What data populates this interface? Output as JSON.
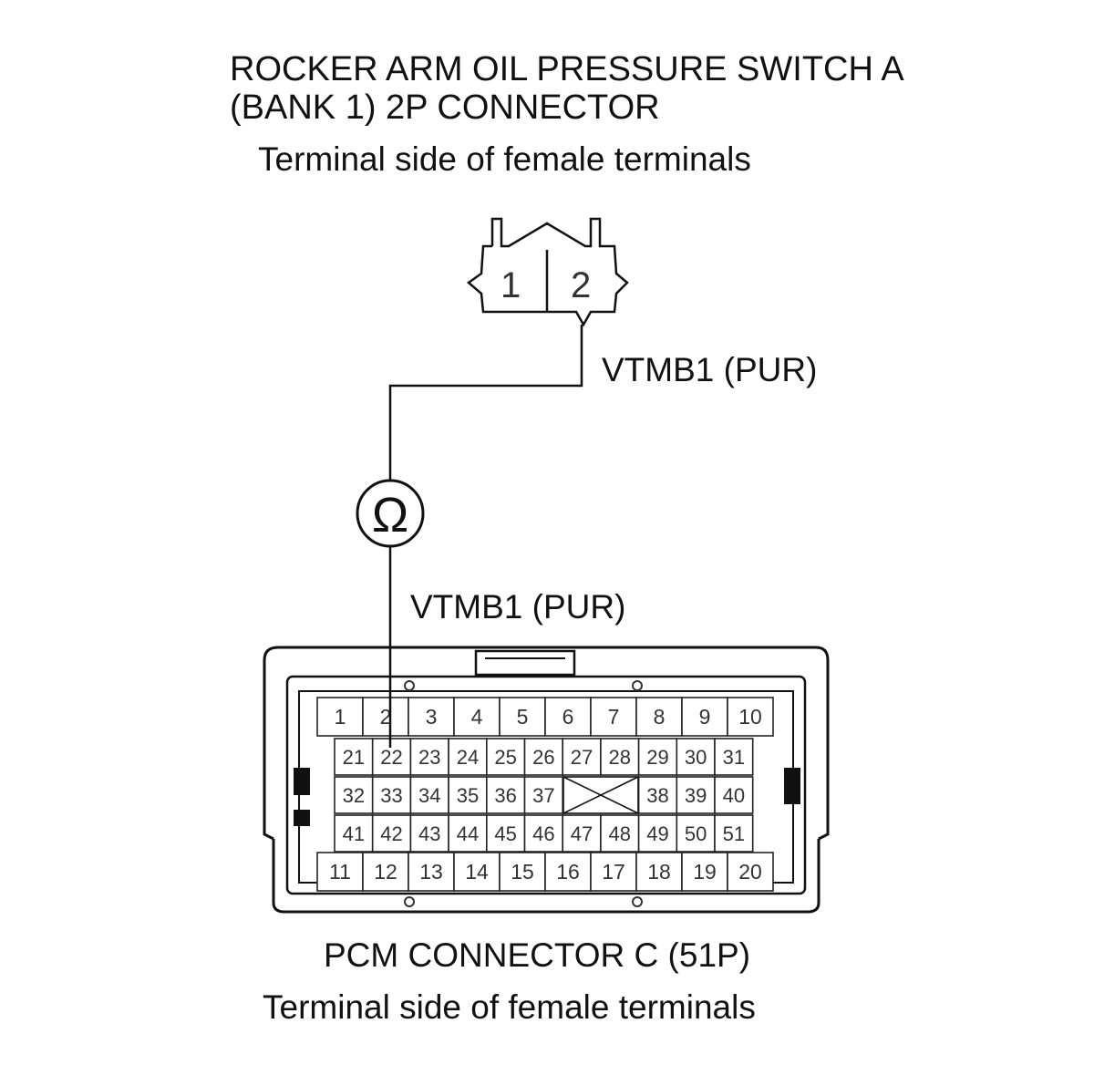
{
  "switch_connector": {
    "title_line1": "ROCKER ARM OIL PRESSURE SWITCH A",
    "title_line2": "(BANK 1) 2P CONNECTOR",
    "subtitle": "Terminal side of female terminals",
    "pins": [
      "1",
      "2"
    ]
  },
  "wire": {
    "label_upper": "VTMB1 (PUR)",
    "label_lower": "VTMB1 (PUR)",
    "meter_symbol": "Ω"
  },
  "pcm_connector": {
    "title": "PCM CONNECTOR C (51P)",
    "subtitle": "Terminal side of female terminals",
    "rows": {
      "top": [
        "1",
        "2",
        "3",
        "4",
        "5",
        "6",
        "7",
        "8",
        "9",
        "10"
      ],
      "row2": [
        "21",
        "22",
        "23",
        "24",
        "25",
        "26",
        "27",
        "28",
        "29",
        "30",
        "31"
      ],
      "row3": [
        "32",
        "33",
        "34",
        "35",
        "36",
        "37",
        "38",
        "39",
        "40"
      ],
      "row4": [
        "41",
        "42",
        "43",
        "44",
        "45",
        "46",
        "47",
        "48",
        "49",
        "50",
        "51"
      ],
      "bottom": [
        "11",
        "12",
        "13",
        "14",
        "15",
        "16",
        "17",
        "18",
        "19",
        "20"
      ]
    }
  }
}
